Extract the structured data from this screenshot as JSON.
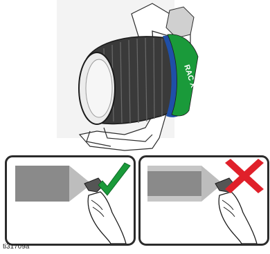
{
  "figure": {
    "cap_band_text": "RAC X™ FF LP",
    "figure_id": "ti31709a"
  },
  "panels": [
    {
      "result": "correct",
      "mark_icon": "check-mark-icon",
      "mark_color": "#1a9a3a"
    },
    {
      "result": "incorrect",
      "mark_icon": "x-mark-icon",
      "mark_color": "#e0202a"
    }
  ],
  "colors": {
    "band_green": "#1a9a3a",
    "band_blue": "#1f4fa8",
    "outline": "#2b2b2b",
    "spray_gray": "#8a8a8a"
  }
}
